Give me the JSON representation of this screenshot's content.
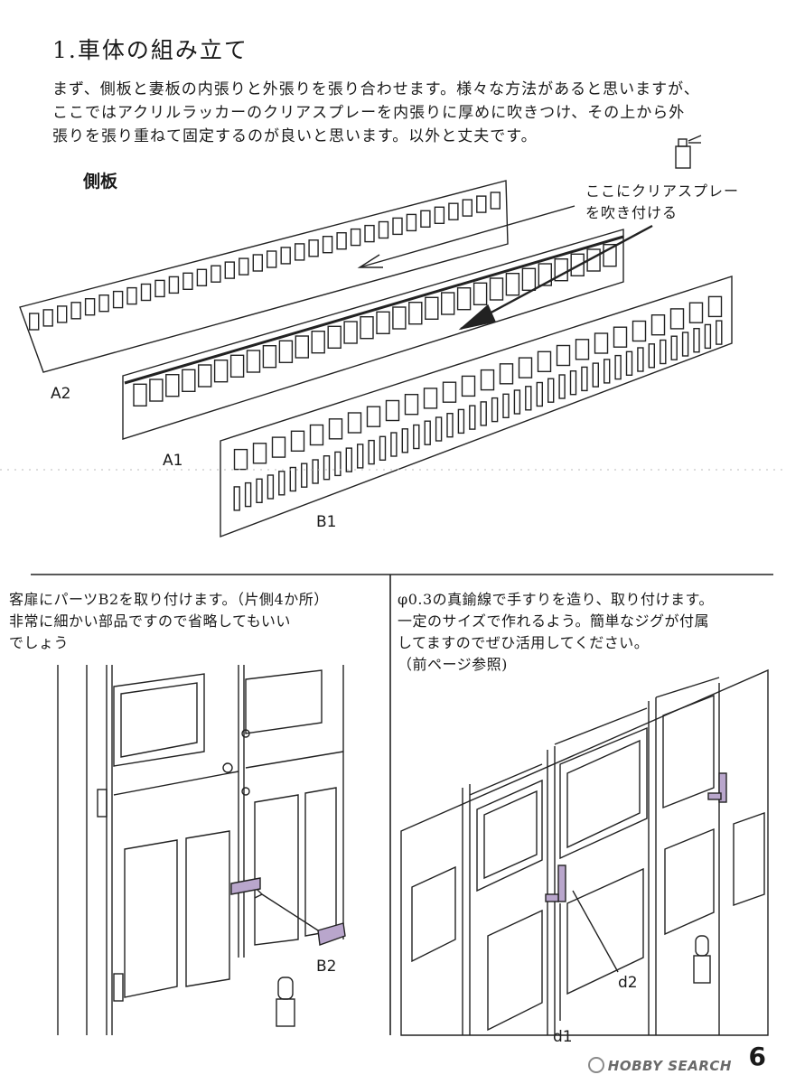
{
  "title": "1.車体の組み立て",
  "intro_lines": [
    "まず、側板と妻板の内張りと外張りを張り合わせます。様々な方法があると思いますが、",
    "ここではアクリルラッカーのクリアスプレーを内張りに厚めに吹きつけ、その上から外",
    "張りを張り重ねて固定するのが良いと思います。以外と丈夫です。"
  ],
  "section_label": "側板",
  "callout_lines": [
    "ここにクリアスプレー",
    "を吹き付ける"
  ],
  "part_labels": {
    "a2": "A2",
    "a1": "A1",
    "b1": "B1",
    "b2": "B2",
    "d1": "d1",
    "d2": "d2"
  },
  "step_left_lines": [
    "客扉にパーツB2を取り付けます。（片側4か所）",
    "非常に細かい部品ですので省略してもいい",
    "でしょう"
  ],
  "step_right_lines": [
    "φ0.3の真鍮線で手すりを造り、取り付けます。",
    "一定のサイズで作れるよう。簡単なジグが付属",
    "してますのでぜひ活用してください。",
    "（前ページ参照)"
  ],
  "page_number": "6",
  "watermark": "HOBBY SEARCH",
  "highlight_color": "#b9a6cc"
}
